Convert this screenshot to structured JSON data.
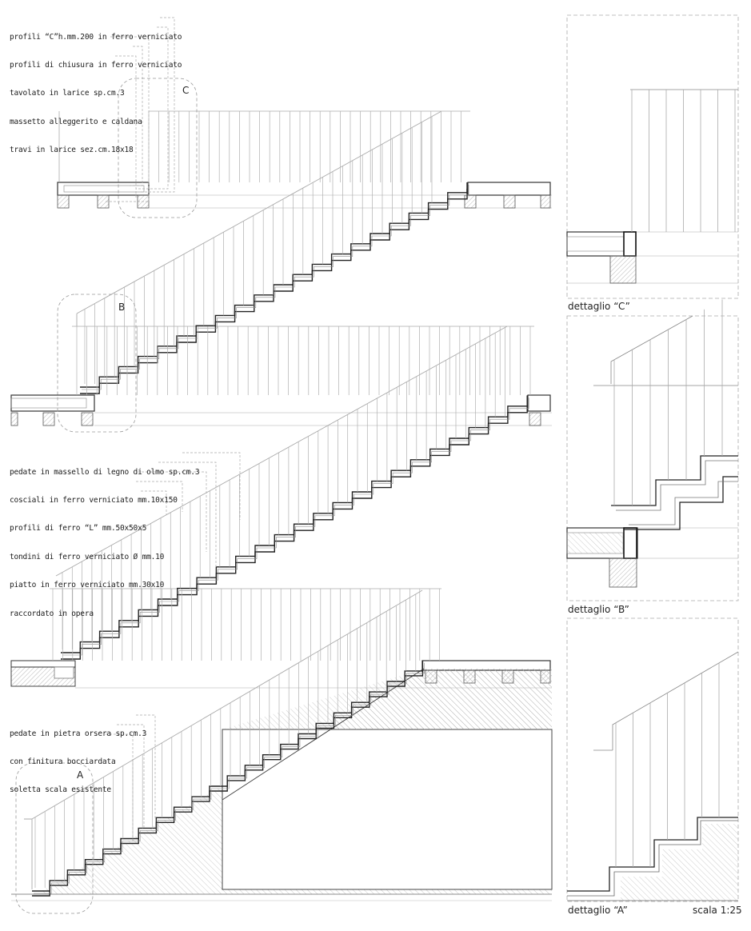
{
  "notes": {
    "top": [
      "profili “C”h.mm.200 in ferro verniciato",
      "profili di chiusura in ferro verniciato",
      "tavolato in larice sp.cm.3",
      "massetto alleggerito e caldana",
      "travi in larice sez.cm.18x18"
    ],
    "middle": [
      "pedate in massello di legno di olmo sp.cm.3",
      "cosciali in ferro verniciato mm.10x150",
      "profili di ferro “L” mm.50x50x5",
      "tondini di ferro verniciato Ø mm.10",
      "piatto in ferro verniciato mm.30x10",
      "raccordato in opera"
    ],
    "bottom": [
      "pedate in pietra orsera sp.cm.3",
      "con finitura bocciardata",
      "soletta scala esistente"
    ]
  },
  "tags": {
    "a": "A",
    "b": "B",
    "c": "C"
  },
  "details": {
    "c": "dettaglio “C”",
    "b": "dettaglio “B”",
    "a": "dettaglio “A”"
  },
  "scale": "scala 1:25",
  "colors": {
    "line": "#555555",
    "light": "#b5b5b5",
    "dash": "#9a9a9a",
    "fill": "#d4d4d4"
  }
}
